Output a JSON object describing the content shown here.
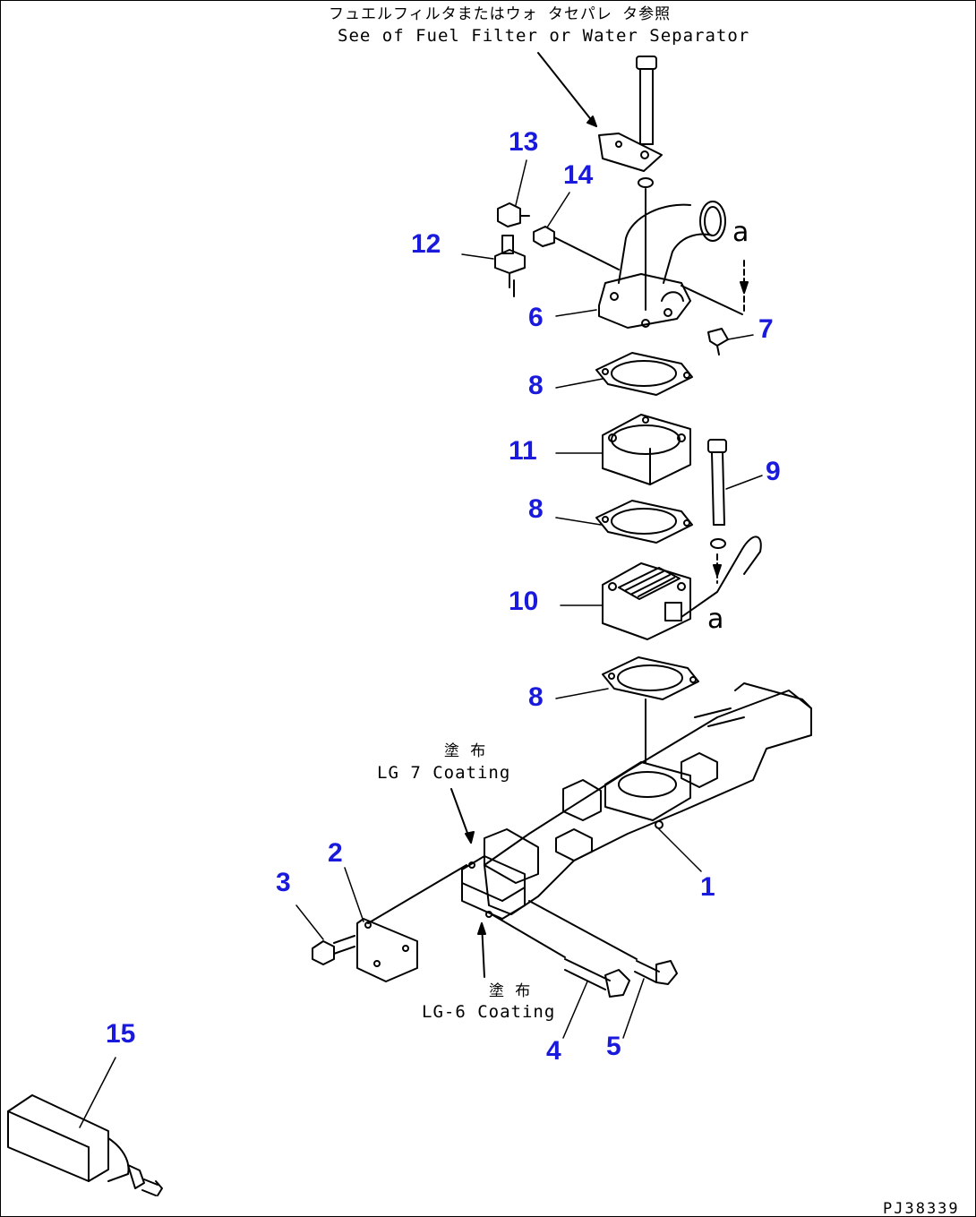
{
  "notes": {
    "top_jp": "フュエルフィルタまたはウォ タセパレ タ参照",
    "top_en": "See of Fuel Filter or Water Separator",
    "lg7_jp": "塗 布",
    "lg7_en": "LG 7 Coating",
    "lg6_jp": "塗 布",
    "lg6_en": "LG-6 Coating"
  },
  "markers": {
    "a_top": "a",
    "a_bottom": "a"
  },
  "part_numbers": {
    "p1": "1",
    "p2": "2",
    "p3": "3",
    "p4": "4",
    "p5": "5",
    "p6": "6",
    "p7": "7",
    "p8a": "8",
    "p8b": "8",
    "p8c": "8",
    "p9": "9",
    "p10": "10",
    "p11": "11",
    "p12": "12",
    "p13": "13",
    "p14": "14",
    "p15": "15"
  },
  "drawing_ref": "PJ38339",
  "colors": {
    "callout": "#1a1adc",
    "line": "#000000"
  }
}
